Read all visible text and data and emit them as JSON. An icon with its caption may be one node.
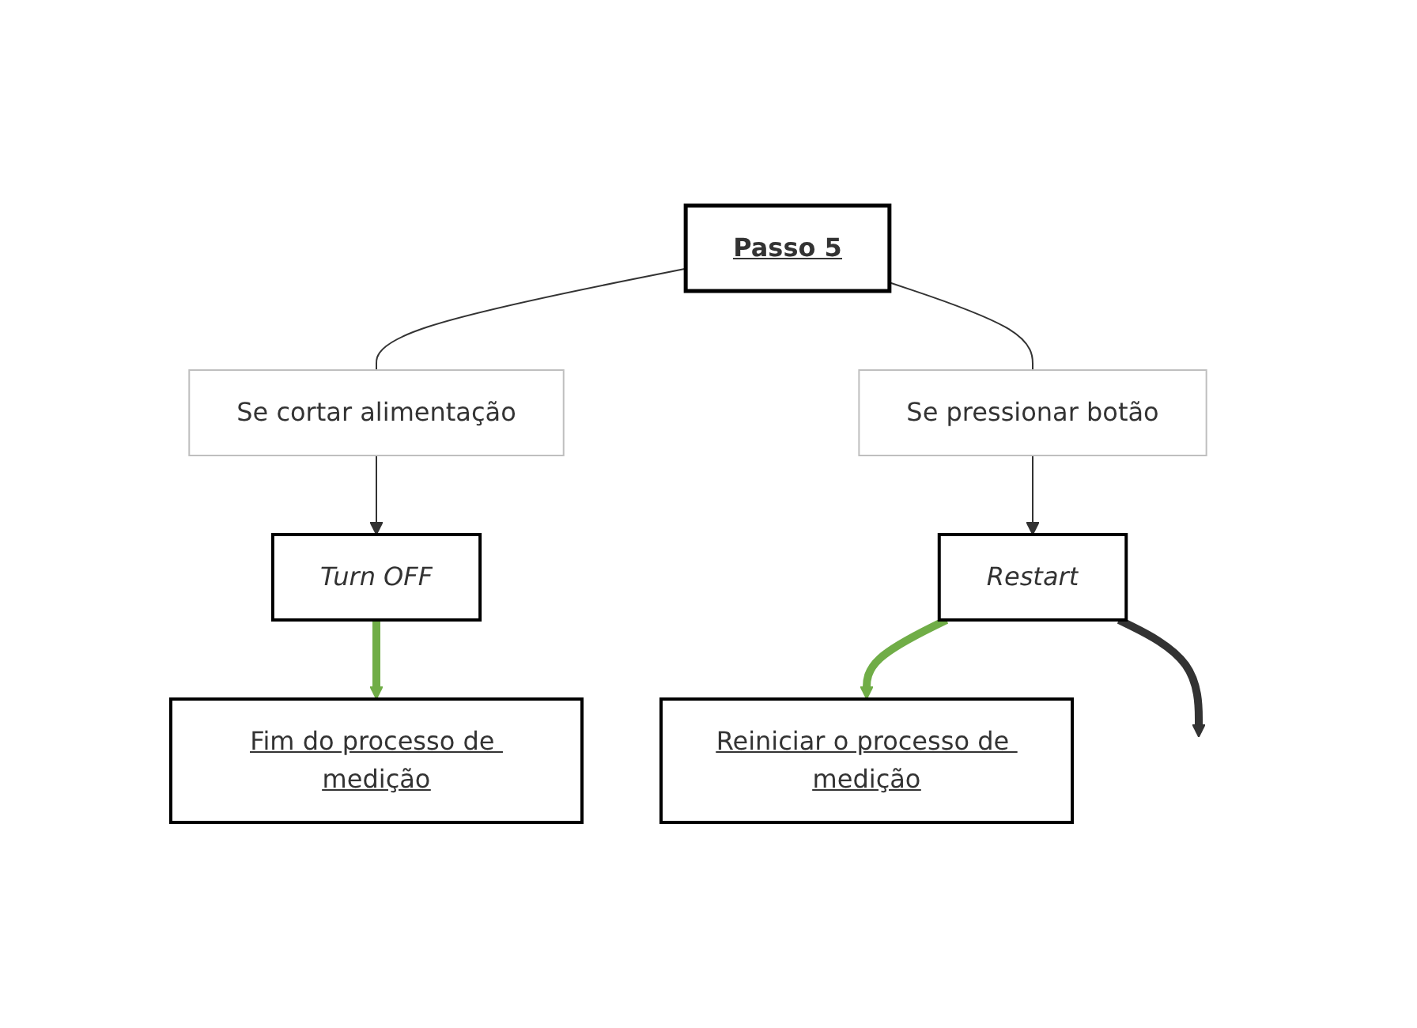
{
  "diagram": {
    "nodes": [
      {
        "text": [
          "Passo 5"
        ]
      },
      {
        "text": [
          "Se cortar alimentação"
        ]
      },
      {
        "text": [
          "Se pressionar botão"
        ]
      },
      {
        "text": [
          "Turn OFF"
        ]
      },
      {
        "text": [
          "Restart"
        ]
      },
      {
        "text": [
          "Fim do processo de medição"
        ]
      },
      {
        "text": [
          "Reiniciar o processo de medição"
        ]
      }
    ],
    "edges": [
      {
        "from": 0,
        "to": 1,
        "arrow": "none"
      },
      {
        "from": 0,
        "to": 2,
        "arrow": "none"
      },
      {
        "from": 1,
        "to": 3,
        "arrow": "to"
      },
      {
        "from": 2,
        "to": 4,
        "arrow": "to"
      },
      {
        "from": 3,
        "to": 5,
        "arrow": "to",
        "style": "thick",
        "color": "#70ad47"
      },
      {
        "from": 4,
        "to": 6,
        "arrow": "to",
        "style": "thick",
        "color": "#70ad47"
      },
      {
        "from": 4,
        "to": null,
        "arrow": "to",
        "style": "thick"
      }
    ]
  }
}
